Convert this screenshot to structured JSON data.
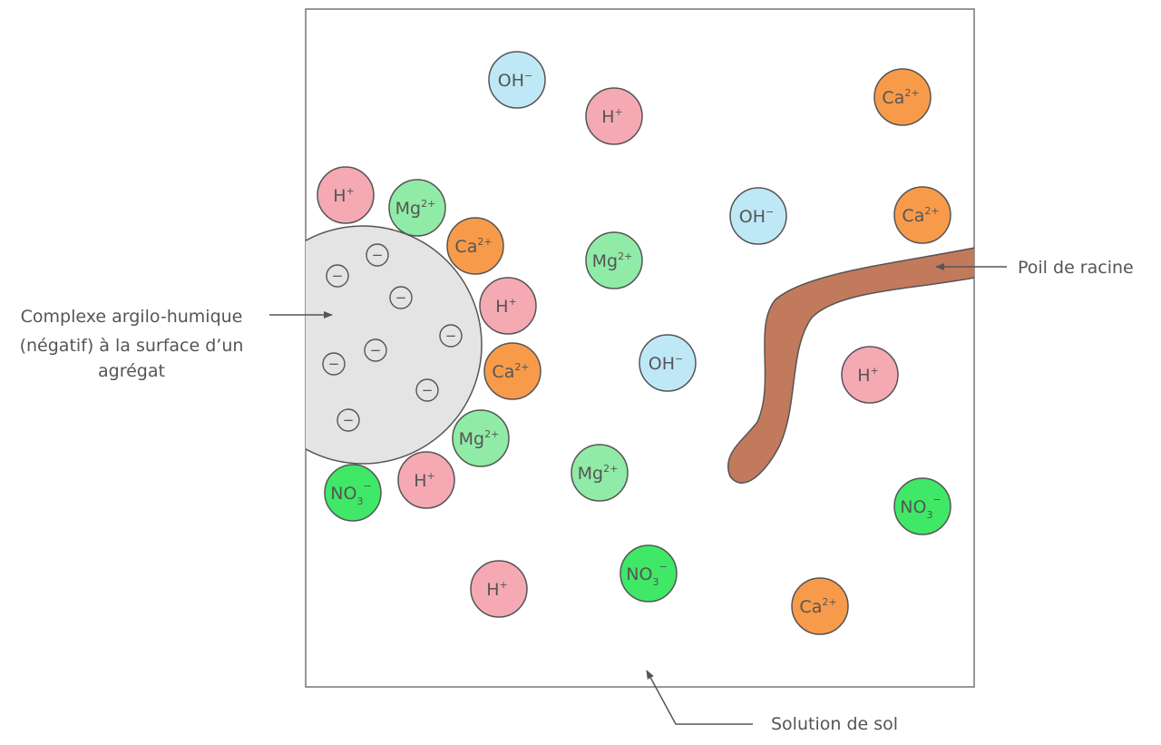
{
  "colors": {
    "H+": "#f4a9b3",
    "OH-": "#bfe8f7",
    "Ca2+": "#f79b4b",
    "Mg2+": "#90eba6",
    "NO3-": "#3fe866",
    "aggregate": "#e4e4e4",
    "root": "#c27a5c",
    "stroke": "#555555"
  },
  "ion_types": {
    "H+": {
      "base": "H",
      "sub": "",
      "sup": "+"
    },
    "OH-": {
      "base": "OH",
      "sub": "",
      "sup": "−"
    },
    "Ca2+": {
      "base": "Ca",
      "sub": "",
      "sup": "2+"
    },
    "Mg2+": {
      "base": "Mg",
      "sub": "",
      "sup": "2+"
    },
    "NO3-": {
      "base": "NO",
      "sub": "3",
      "sup": "−"
    }
  },
  "ions": [
    {
      "type": "OH-"
    },
    {
      "type": "H+"
    },
    {
      "type": "Ca2+"
    },
    {
      "type": "H+"
    },
    {
      "type": "Mg2+"
    },
    {
      "type": "Ca2+"
    },
    {
      "type": "Mg2+"
    },
    {
      "type": "H+"
    },
    {
      "type": "Ca2+"
    },
    {
      "type": "Mg2+"
    },
    {
      "type": "H+"
    },
    {
      "type": "NO3-"
    },
    {
      "type": "OH-"
    },
    {
      "type": "Ca2+"
    },
    {
      "type": "OH-"
    },
    {
      "type": "H+"
    },
    {
      "type": "Mg2+"
    },
    {
      "type": "NO3-"
    },
    {
      "type": "H+"
    },
    {
      "type": "NO3-"
    },
    {
      "type": "Ca2+"
    }
  ],
  "negative_charge_symbol": "−",
  "negative_charge_count": 9,
  "labels": {
    "complex_line1": "Complexe argilo-humique",
    "complex_line2": "(négatif) à la surface d’un",
    "complex_line3": "agrégat",
    "root_hair": "Poil de racine",
    "soil_solution": "Solution de sol"
  }
}
